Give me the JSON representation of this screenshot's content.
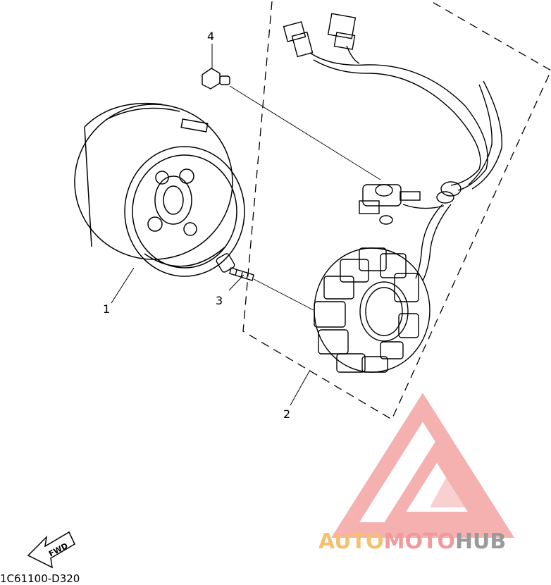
{
  "diagram": {
    "callouts": [
      "1",
      "2",
      "3",
      "4"
    ],
    "fwd_label": "FWD",
    "drawing_code": "1C61100-D320"
  },
  "watermark": {
    "part1": "AUTO",
    "part2": "MOTO",
    "part3": "HUB",
    "colors": {
      "auto": "#f5c070",
      "moto": "#f29a9a",
      "hub": "#9a9a9a",
      "logo": "#f4a3a3"
    }
  },
  "parts": [
    {
      "callout": "1",
      "name": "rotor-icon"
    },
    {
      "callout": "2",
      "name": "stator-assembly-icon"
    },
    {
      "callout": "3",
      "name": "stator-bolt-icon"
    },
    {
      "callout": "4",
      "name": "pickup-bolt-icon"
    }
  ]
}
